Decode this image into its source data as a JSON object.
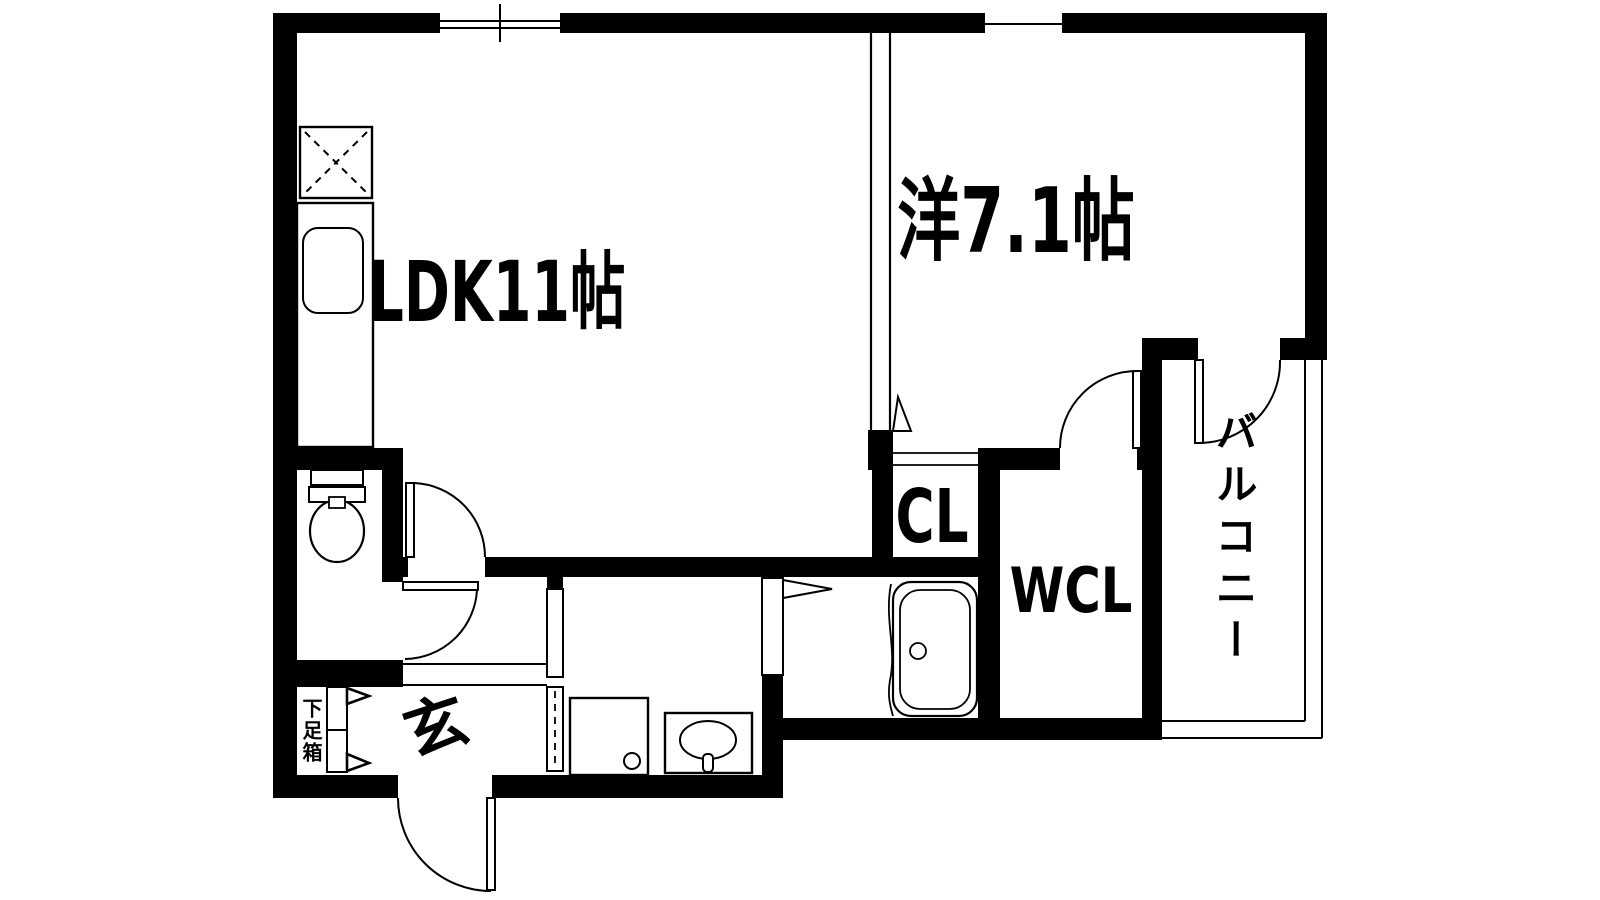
{
  "floorplan": {
    "labels": {
      "ldk": "LDK11帖",
      "bedroom": "洋7.1帖",
      "closet": "CL",
      "walk_in_closet": "WCL",
      "balcony": "バルコニー",
      "entrance": "玄",
      "shoe_box": "下足箱"
    },
    "colors": {
      "wall": "#000000",
      "background": "#ffffff",
      "line": "#000000"
    }
  }
}
